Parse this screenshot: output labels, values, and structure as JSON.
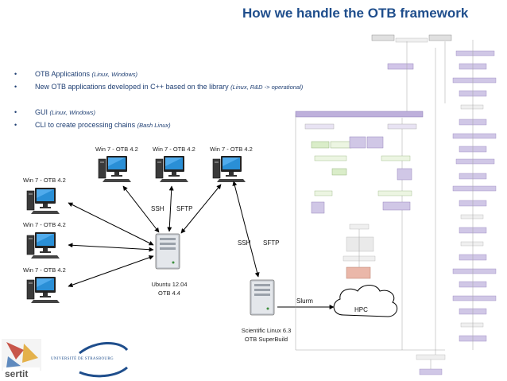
{
  "slide": {
    "title": "How we handle the OTB framework"
  },
  "bullets": [
    {
      "main": "OTB Applications ",
      "note": "(Linux, Windows)"
    },
    {
      "main": "New OTB applications developed in C++ based on the library ",
      "note": "(Linux, R&D -> operational)"
    },
    {
      "main": "GUI ",
      "note": "(Linux, Windows)"
    },
    {
      "main": "CLI to create processing chains ",
      "note": "(Bash Linux)"
    }
  ],
  "bullet_symbol": "•",
  "workstations": {
    "top_left": "Win 7 - OTB 4.2",
    "top_middle": "Win 7 - OTB 4.2",
    "top_right": "Win 7 - OTB 4.2",
    "side_1": "Win 7 - OTB 4.2",
    "side_2": "Win 7 - OTB 4.2",
    "side_3": "Win 7 - OTB 4.2"
  },
  "links": {
    "ssh_left": "SSH",
    "sftp_left": "SFTP",
    "ssh_right": "SSH",
    "sftp_right": "SFTP",
    "slurm": "Slurm"
  },
  "servers": {
    "ubuntu_line1": "Ubuntu 12.04",
    "ubuntu_line2": "OTB 4.4",
    "sci_line1": "Scientific Linux 6.3",
    "sci_line2": "OTB SuperBuild"
  },
  "cluster": {
    "label": "HPC"
  },
  "logos": {
    "sertit": "sertit",
    "university": "UNIVERSITÉ DE STRASBOURG"
  },
  "colors": {
    "title": "#1f4e8c",
    "bullet_text": "#1f3f73",
    "monitor_screen": "#2a8fd6",
    "flow_purple": "#b8a8d8",
    "flow_green": "#d7ecc4",
    "flow_red": "#e8b0a0",
    "sertit_red": "#c0392b"
  }
}
